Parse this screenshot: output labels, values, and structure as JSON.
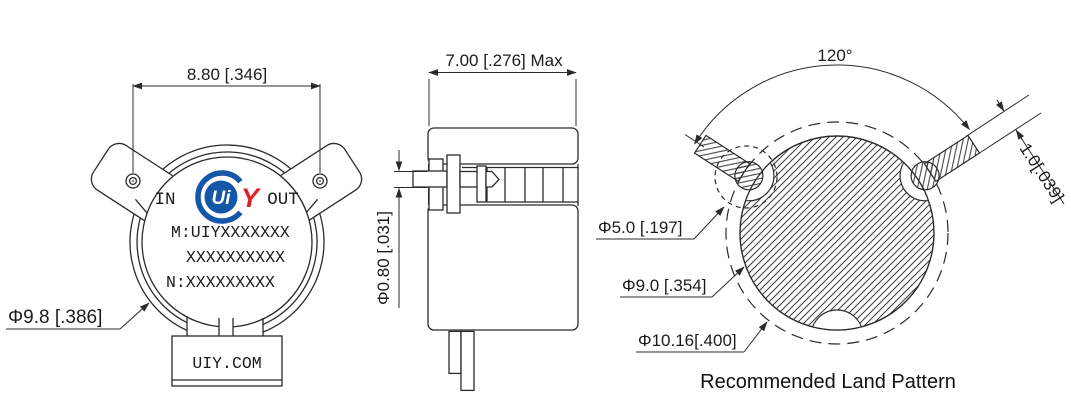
{
  "colors": {
    "line": "#2b2b2b",
    "logo_blue": "#1456a8",
    "logo_red": "#e01f26"
  },
  "top_view": {
    "dim_width": "8.80 [.346]",
    "dim_outer_diameter": "Φ9.8 [.386]",
    "port_in": "IN",
    "port_out": "OUT",
    "logo_ui": "Ui",
    "logo_y": "Y",
    "marking_line1": "M:UIYXXXXXXX",
    "marking_line2": "XXXXXXXXXX",
    "marking_line3": "N:XXXXXXXXX",
    "tab_text": "UIY.COM"
  },
  "side_view": {
    "dim_width": "7.00 [.276] Max",
    "dim_pin_diameter": "Φ0.80 [.031]"
  },
  "land_pattern": {
    "caption": "Recommended Land Pattern",
    "dim_angle": "120°",
    "dim_pad_width": "1.0[.039]",
    "dim_pad_circle": "Φ5.0 [.197]",
    "dim_pattern_diameter": "Φ9.0 [.354]",
    "dim_outer_diameter": "Φ10.16[.400]"
  }
}
